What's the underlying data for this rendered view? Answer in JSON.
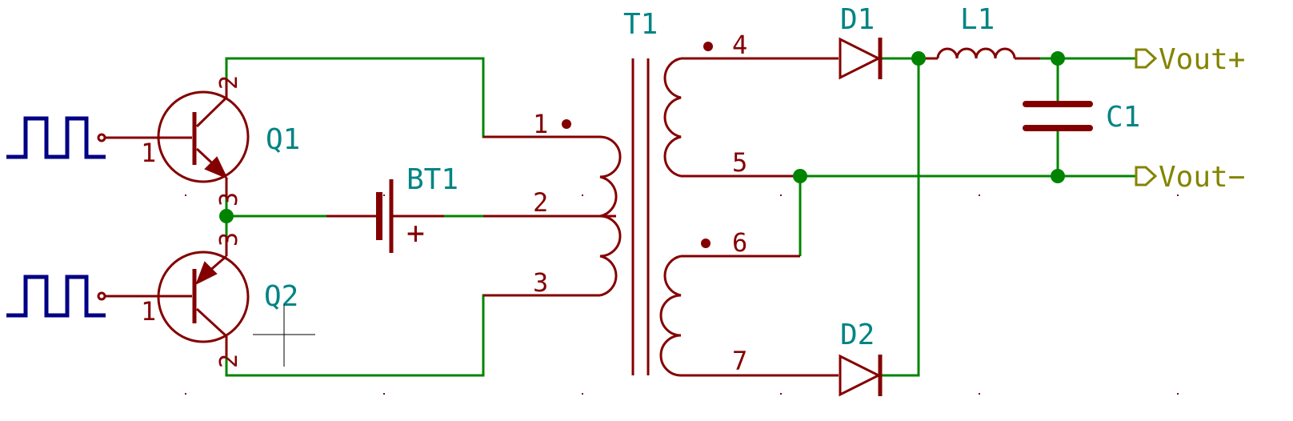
{
  "colors": {
    "wire": "#008400",
    "component": "#840000",
    "reference": "#008484",
    "port": "#848400",
    "junction": "#008400",
    "signal": "#000084",
    "grid_dot": "#840000"
  },
  "references": {
    "q1": "Q1",
    "q2": "Q2",
    "bt1": "BT1",
    "t1": "T1",
    "d1": "D1",
    "d2": "D2",
    "l1": "L1",
    "c1": "C1"
  },
  "pins": {
    "q1_base": "1",
    "q1_collector": "2",
    "q1_emitter": "3",
    "q2_base": "1",
    "q2_emitter": "3",
    "q2_collector": "2",
    "t1_p1": "1",
    "t1_p2": "2",
    "t1_p3": "3",
    "t1_p4": "4",
    "t1_p5": "5",
    "t1_p6": "6",
    "t1_p7": "7"
  },
  "battery_polarity": "+",
  "ports": {
    "vout_pos": "Vout+",
    "vout_neg": "Vout−"
  },
  "icons": [
    "square-wave-icon",
    "npn-transistor-icon",
    "pnp-transistor-icon",
    "battery-icon",
    "transformer-icon",
    "diode-icon",
    "inductor-icon",
    "capacitor-icon",
    "output-port-icon",
    "junction-dot-icon",
    "crosshair-cursor-icon"
  ]
}
